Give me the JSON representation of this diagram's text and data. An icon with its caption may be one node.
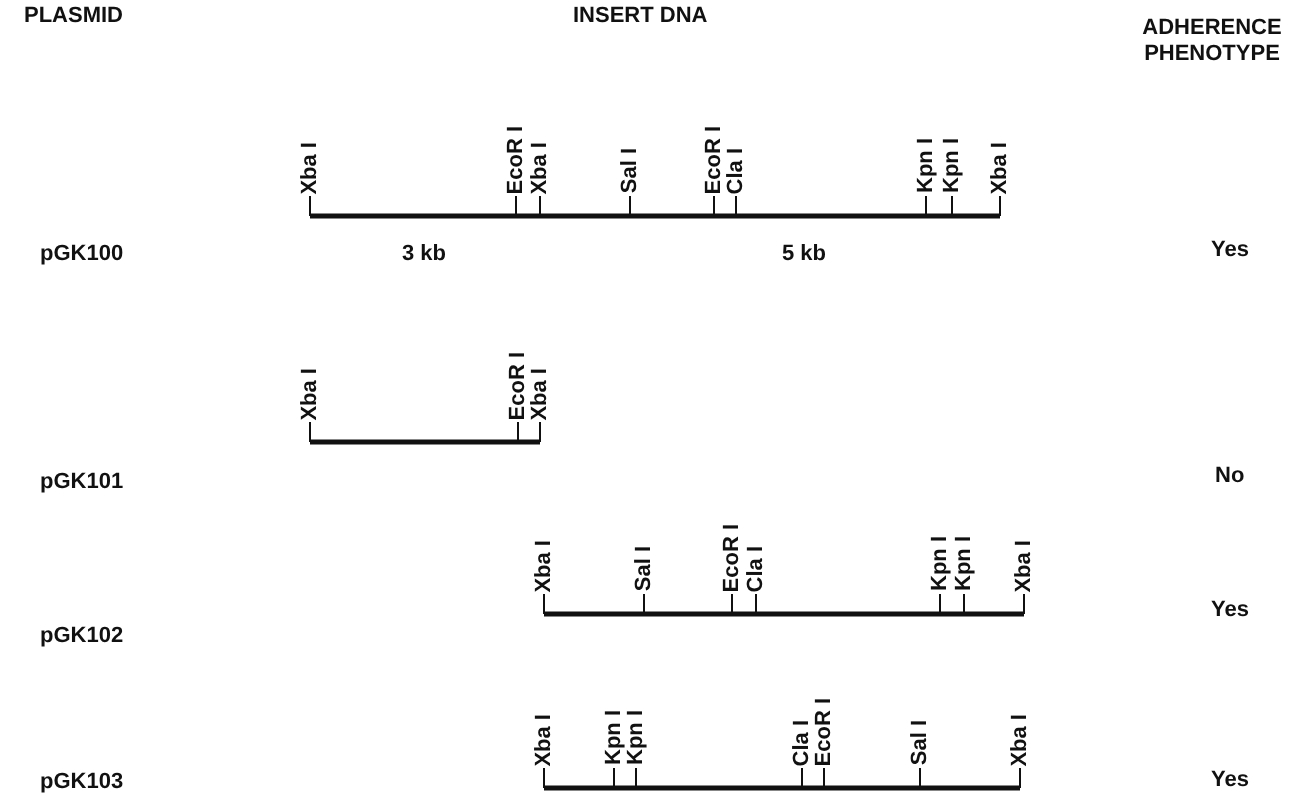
{
  "diagram": {
    "labels": [
      "PLASMID",
      "INSERT DNA",
      "ADHERENCE PHENOTYPE",
      "pGK100",
      "Xba I",
      "EcoR I",
      "Xba I",
      "Sal I",
      "EcoR I",
      "Cla I",
      "Kpn I",
      "Kpn I",
      "Xba I",
      "3 kb",
      "5 kb",
      "Yes",
      "pGK101",
      "Xba I",
      "EcoR I",
      "Xba I",
      "No",
      "pGK102",
      "Xba I",
      "Sal I",
      "EcoR I",
      "Cla I",
      "Kpn I",
      "Kpn I",
      "Xba I",
      "Yes",
      "pGK103",
      "Xba I",
      "Kpn I",
      "Kpn I",
      "Cla I",
      "EcoR I",
      "Sal I",
      "Xba I",
      "Yes"
    ]
  }
}
